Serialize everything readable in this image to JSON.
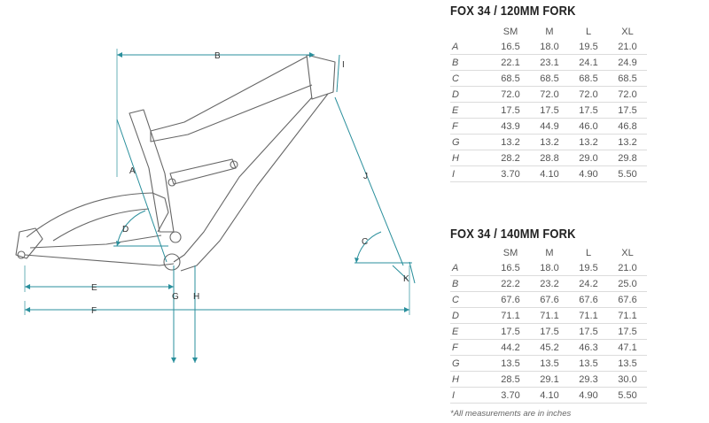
{
  "tables": [
    {
      "title": "FOX 34 / 120MM FORK",
      "columns": [
        "SM",
        "M",
        "L",
        "XL"
      ],
      "rows": [
        {
          "label": "A",
          "values": [
            "16.5",
            "18.0",
            "19.5",
            "21.0"
          ]
        },
        {
          "label": "B",
          "values": [
            "22.1",
            "23.1",
            "24.1",
            "24.9"
          ]
        },
        {
          "label": "C",
          "values": [
            "68.5",
            "68.5",
            "68.5",
            "68.5"
          ]
        },
        {
          "label": "D",
          "values": [
            "72.0",
            "72.0",
            "72.0",
            "72.0"
          ]
        },
        {
          "label": "E",
          "values": [
            "17.5",
            "17.5",
            "17.5",
            "17.5"
          ]
        },
        {
          "label": "F",
          "values": [
            "43.9",
            "44.9",
            "46.0",
            "46.8"
          ]
        },
        {
          "label": "G",
          "values": [
            "13.2",
            "13.2",
            "13.2",
            "13.2"
          ]
        },
        {
          "label": "H",
          "values": [
            "28.2",
            "28.8",
            "29.0",
            "29.8"
          ]
        },
        {
          "label": "I",
          "values": [
            "3.70",
            "4.10",
            "4.90",
            "5.50"
          ]
        }
      ]
    },
    {
      "title": "FOX 34 / 140MM FORK",
      "columns": [
        "SM",
        "M",
        "L",
        "XL"
      ],
      "rows": [
        {
          "label": "A",
          "values": [
            "16.5",
            "18.0",
            "19.5",
            "21.0"
          ]
        },
        {
          "label": "B",
          "values": [
            "22.2",
            "23.2",
            "24.2",
            "25.0"
          ]
        },
        {
          "label": "C",
          "values": [
            "67.6",
            "67.6",
            "67.6",
            "67.6"
          ]
        },
        {
          "label": "D",
          "values": [
            "71.1",
            "71.1",
            "71.1",
            "71.1"
          ]
        },
        {
          "label": "E",
          "values": [
            "17.5",
            "17.5",
            "17.5",
            "17.5"
          ]
        },
        {
          "label": "F",
          "values": [
            "44.2",
            "45.2",
            "46.3",
            "47.1"
          ]
        },
        {
          "label": "G",
          "values": [
            "13.5",
            "13.5",
            "13.5",
            "13.5"
          ]
        },
        {
          "label": "H",
          "values": [
            "28.5",
            "29.1",
            "29.3",
            "30.0"
          ]
        },
        {
          "label": "I",
          "values": [
            "3.70",
            "4.10",
            "4.90",
            "5.50"
          ]
        }
      ]
    }
  ],
  "note": "*All measurements are in inches",
  "diagram_labels": {
    "A": "A",
    "B": "B",
    "C": "C",
    "D": "D",
    "E": "E",
    "F": "F",
    "G": "G",
    "H": "H",
    "I": "I",
    "J": "J",
    "K": "K"
  },
  "colors": {
    "dimension_line": "#2a8f9c",
    "frame_outline": "#666666",
    "table_rule": "#dcdcdc"
  }
}
